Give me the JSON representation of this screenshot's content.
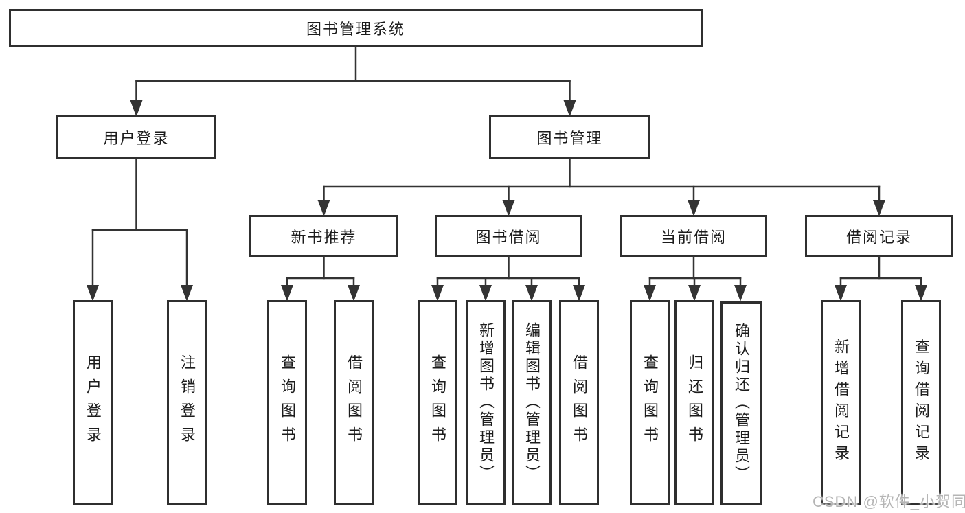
{
  "diagram_title": "图书管理系统",
  "tree": {
    "label": "图书管理系统",
    "children": [
      {
        "label": "用户登录",
        "children": [
          {
            "label": "用户登录"
          },
          {
            "label": "注销登录"
          }
        ]
      },
      {
        "label": "图书管理",
        "children": [
          {
            "label": "新书推荐",
            "children": [
              {
                "label": "查询图书"
              },
              {
                "label": "借阅图书"
              }
            ]
          },
          {
            "label": "图书借阅",
            "children": [
              {
                "label": "查询图书"
              },
              {
                "label": "新增图书（管理员）"
              },
              {
                "label": "编辑图书（管理员）"
              },
              {
                "label": "借阅图书"
              }
            ]
          },
          {
            "label": "当前借阅",
            "children": [
              {
                "label": "查询图书"
              },
              {
                "label": "归还图书"
              },
              {
                "label": "确认归还（管理员）"
              }
            ]
          },
          {
            "label": "借阅记录",
            "children": [
              {
                "label": "新增借阅记录"
              },
              {
                "label": "查询借阅记录"
              }
            ]
          }
        ]
      }
    ]
  },
  "watermark": {
    "text": "CSDN @软件_小贺同学"
  },
  "colors": {
    "line": "#333333",
    "box_border": "#2f2f2f",
    "text": "#1c1c1c",
    "watermark": "#b5b5b5",
    "background": "#ffffff"
  }
}
